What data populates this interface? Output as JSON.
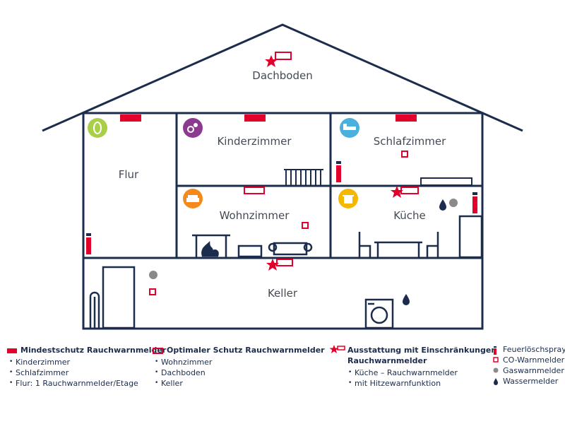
{
  "rooms": {
    "attic": "Dachboden",
    "hall": "Flur",
    "kids": "Kinderzimmer",
    "bedroom": "Schlafzimmer",
    "living": "Wohnzimmer",
    "kitchen": "Küche",
    "cellar": "Keller"
  },
  "legend": {
    "minimum": {
      "title": "Mindestschutz Rauchwarnmelder",
      "items": [
        "Kinderzimmer",
        "Schlafzimmer",
        "Flur: 1 Rauchwarnmelder/Etage"
      ]
    },
    "optimal": {
      "title": "Optimaler Schutz Rauchwarnmelder",
      "items": [
        "Wohnzimmer",
        "Dachboden",
        "Keller"
      ]
    },
    "restricted": {
      "title_line1": "Ausstattung mit Einschränkungen",
      "title_line2": "Rauchwarnmelder",
      "items": [
        "Küche – Rauchwarnmelder",
        "mit Hitzewarnfunktion"
      ]
    },
    "symbols": {
      "extinguisher": "Feuerlöschspray",
      "co": "CO-Warnmelder",
      "gas": "Gaswarnmelder",
      "water": "Wassermelder"
    }
  },
  "colors": {
    "outline": "#1b2c4d",
    "red": "#e3002b",
    "gray": "#8a8a8a",
    "navy": "#1b2c4d"
  },
  "icons": {
    "hall": "mirror-icon",
    "kids": "pacifier-icon",
    "bedroom": "bed-icon",
    "living": "sofa-icon",
    "kitchen": "cooking-pot-icon"
  }
}
